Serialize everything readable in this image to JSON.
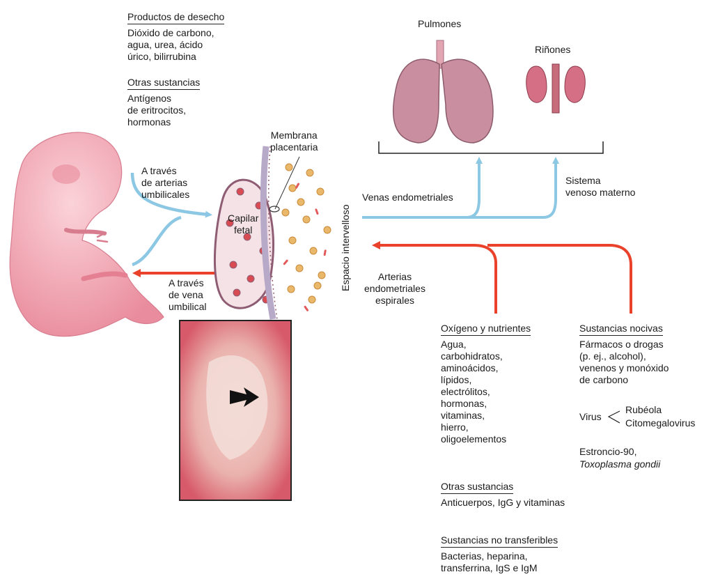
{
  "colors": {
    "fetal_blood": "#8cc7e3",
    "maternal_blood": "#e9412a",
    "lung": "#c98e9f",
    "kidney": "#d56f86",
    "embryo": "#f3a9b5"
  },
  "top_left": {
    "waste": {
      "title": "Productos de desecho",
      "lines": [
        "Dióxido de carbono,",
        "agua, urea, ácido",
        "úrico, bilirrubina"
      ]
    },
    "other": {
      "title": "Otras sustancias",
      "lines": [
        "Antígenos",
        "de eritrocitos,",
        "hormonas"
      ]
    }
  },
  "labels": {
    "arteries_umbilical": [
      "A través",
      "de arterias",
      "umbilicales"
    ],
    "vein_umbilical": [
      "A través",
      "de vena",
      "umbilical"
    ],
    "membrane": [
      "Membrana",
      "placentaria"
    ],
    "capillary": [
      "Capilar",
      "fetal"
    ],
    "intervillous": "Espacio intervelloso",
    "endometrial_veins": "Venas endometriales",
    "maternal_venous": [
      "Sistema",
      "venoso materno"
    ],
    "spiral_arteries": [
      "Arterias",
      "endometriales",
      "espirales"
    ],
    "lungs": "Pulmones",
    "kidneys": "Riñones"
  },
  "oxygen": {
    "title": "Oxígeno y nutrientes",
    "lines": [
      "Agua,",
      "carbohidratos,",
      "aminoácidos,",
      "lípidos,",
      "electrólitos,",
      "hormonas,",
      "vitaminas,",
      "hierro,",
      "oligoelementos"
    ]
  },
  "other_subs": {
    "title": "Otras sustancias",
    "lines": [
      "Anticuerpos, IgG y vitaminas"
    ]
  },
  "non_transfer": {
    "title": "Sustancias no transferibles",
    "lines": [
      "Bacterias, heparina,",
      "transferrina, IgS e IgM"
    ]
  },
  "harmful": {
    "title": "Sustancias nocivas",
    "lines": [
      "Fármacos o drogas",
      "(p. ej., alcohol),",
      "venenos y monóxido",
      "de carbono"
    ],
    "virus_label": "Virus",
    "virus_items": [
      "Rubéola",
      "Citomegalovirus"
    ],
    "strontium": "Estroncio-90,",
    "toxoplasma": "Toxoplasma gondii"
  }
}
